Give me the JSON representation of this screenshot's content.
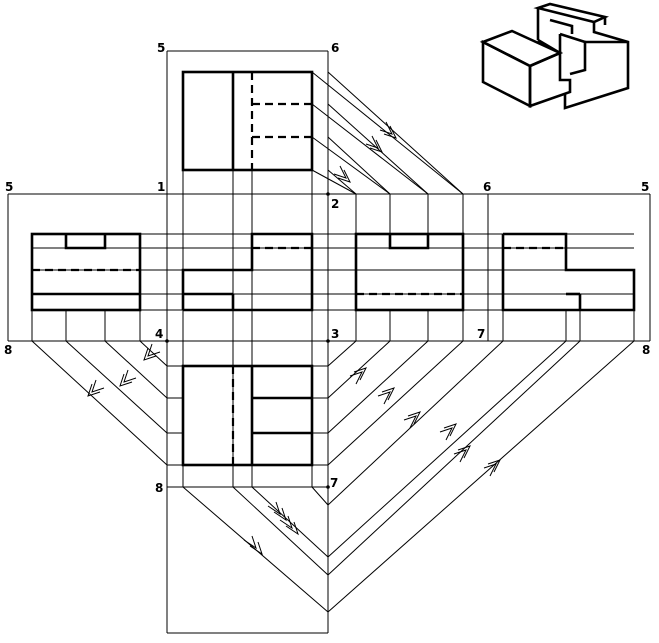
{
  "diagram": {
    "labels": {
      "top_5": "5",
      "top_6": "6",
      "left_5": "5",
      "mid_1": "1",
      "mid_2": "2",
      "mid_6": "6",
      "right_5": "5",
      "left_8": "8",
      "mid_4": "4",
      "mid_3": "3",
      "mid_7": "7",
      "right_8": "8",
      "low_8": "8",
      "low_7": "7"
    }
  }
}
